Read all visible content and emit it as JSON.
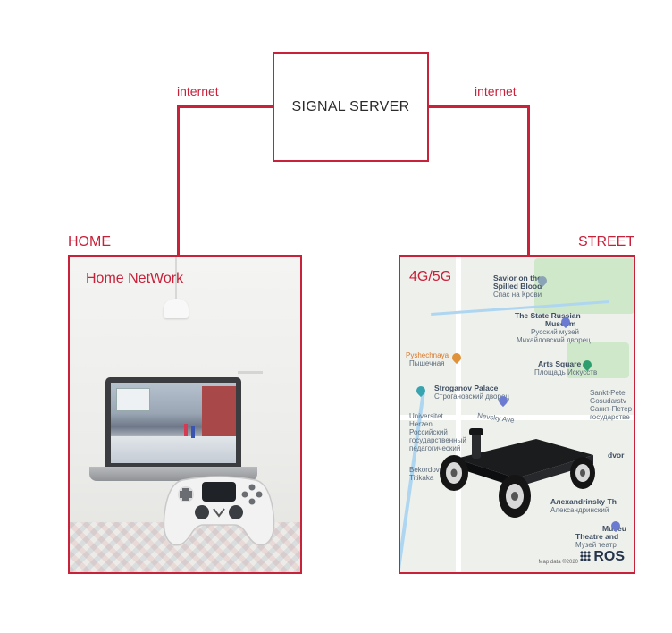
{
  "server": {
    "label": "SIGNAL SERVER"
  },
  "links": {
    "left_label": "internet",
    "right_label": "internet"
  },
  "home": {
    "section_label": "HOME",
    "panel_label": "Home NetWork"
  },
  "street": {
    "section_label": "STREET",
    "panel_label": "4G/5G",
    "map_labels": [
      "Savior on the",
      "Spilled Blood",
      "Спас на Крови",
      "The State Russian",
      "Museum",
      "Русский музей",
      "Михайловский дворец",
      "Pyshechnaya",
      "Пышечная",
      "Arts Square",
      "Площадь Искусств",
      "Stroganov Palace",
      "Строгановский дворец",
      "Sankt-Pete",
      "Gosudarstv",
      "Санкт-Петер",
      "государстве",
      "Universitet",
      "Herzen",
      "Российский",
      "государственный",
      "педагогический",
      "Nevsky Ave",
      "dvor",
      "Bekordov",
      "Titikaka",
      "Алexandrinsky Th",
      "Александринский",
      "Museu",
      "Theatre and",
      "Музей театр"
    ],
    "ros_label": "ROS",
    "attribution": "Map data ©2020"
  },
  "colors": {
    "accent": "#c8213a",
    "server_text": "#2b2b2b",
    "map_park": "#cfe8c9",
    "map_water": "#aed6f1"
  }
}
